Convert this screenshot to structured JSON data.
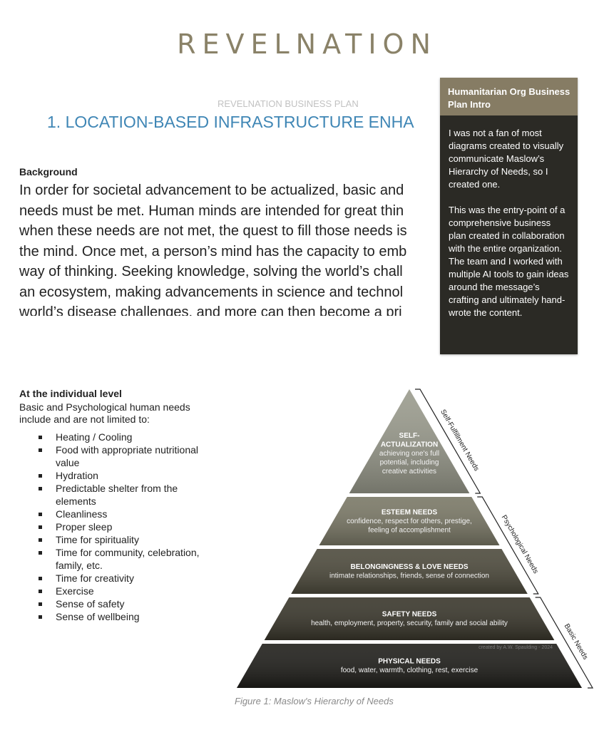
{
  "header": {
    "brand": "REVELNATION",
    "plan_label": "REVELNATION BUSINESS PLAN",
    "section_title": "1. LOCATION-BASED INFRASTRUCTURE ENHA"
  },
  "background": {
    "heading": "Background",
    "lines": [
      "In order for societal advancement to be actualized, basic and",
      "needs must be met. Human minds are intended for great thin",
      "when these needs are not met, the quest to fill those needs is",
      "the mind. Once met, a person’s mind has the capacity to emb",
      "way of thinking. Seeking knowledge, solving the world’s chall",
      "an ecosystem, making advancements in science and technol",
      "world’s disease challenges, and more can then become a pri"
    ]
  },
  "card": {
    "title": "Humanitarian Org Business Plan Intro",
    "paragraph1": "I was not a fan of most diagrams created to visually communicate Maslow’s Hierarchy of Needs, so I created one.",
    "paragraph2": "This was the entry-point of a comprehensive business plan created in collaboration with the entire organization.  The team and I worked with multiple AI tools to gain ideas around the message’s crafting and ultimately hand-wrote the content."
  },
  "individual": {
    "heading": "At the individual level",
    "intro": "Basic and Psychological human needs include and are not limited to:",
    "items": [
      "Heating / Cooling",
      "Food with appropriate nutritional value",
      "Hydration",
      "Predictable shelter from the elements",
      "Cleanliness",
      "Proper sleep",
      "Time for spirituality",
      "Time for community, celebration, family, etc.",
      "Time for creativity",
      "Exercise",
      "Sense of safety",
      "Sense of wellbeing"
    ]
  },
  "pyramid": {
    "tiers": [
      {
        "title": "SELF-\nACTUALIZATION",
        "desc": "achieving one's full\npotential, including\ncreative activities",
        "color": "#9a9b8d"
      },
      {
        "title": "ESTEEM NEEDS",
        "desc": "confidence, respect for others, prestige,\nfeeling of accomplishment",
        "color": "#7a7866"
      },
      {
        "title": "BELONGINGNESS & LOVE NEEDS",
        "desc": "intimate relationships, friends, sense of connection",
        "color": "#4d4a3c"
      },
      {
        "title": "SAFETY NEEDS",
        "desc": "health, employment, property, security, family and social ability",
        "color": "#39362b"
      },
      {
        "title": "PHYSICAL NEEDS",
        "desc": "food, water, warmth, clothing, rest, exercise",
        "color": "#1f1e1a"
      }
    ],
    "brackets": [
      "Self-Fulfillment Needs",
      "Psychological Needs",
      "Basic Needs"
    ],
    "credit": "created by A.W. Spaulding - 2024"
  },
  "caption": "Figure 1: Maslow's Hierarchy of Needs"
}
